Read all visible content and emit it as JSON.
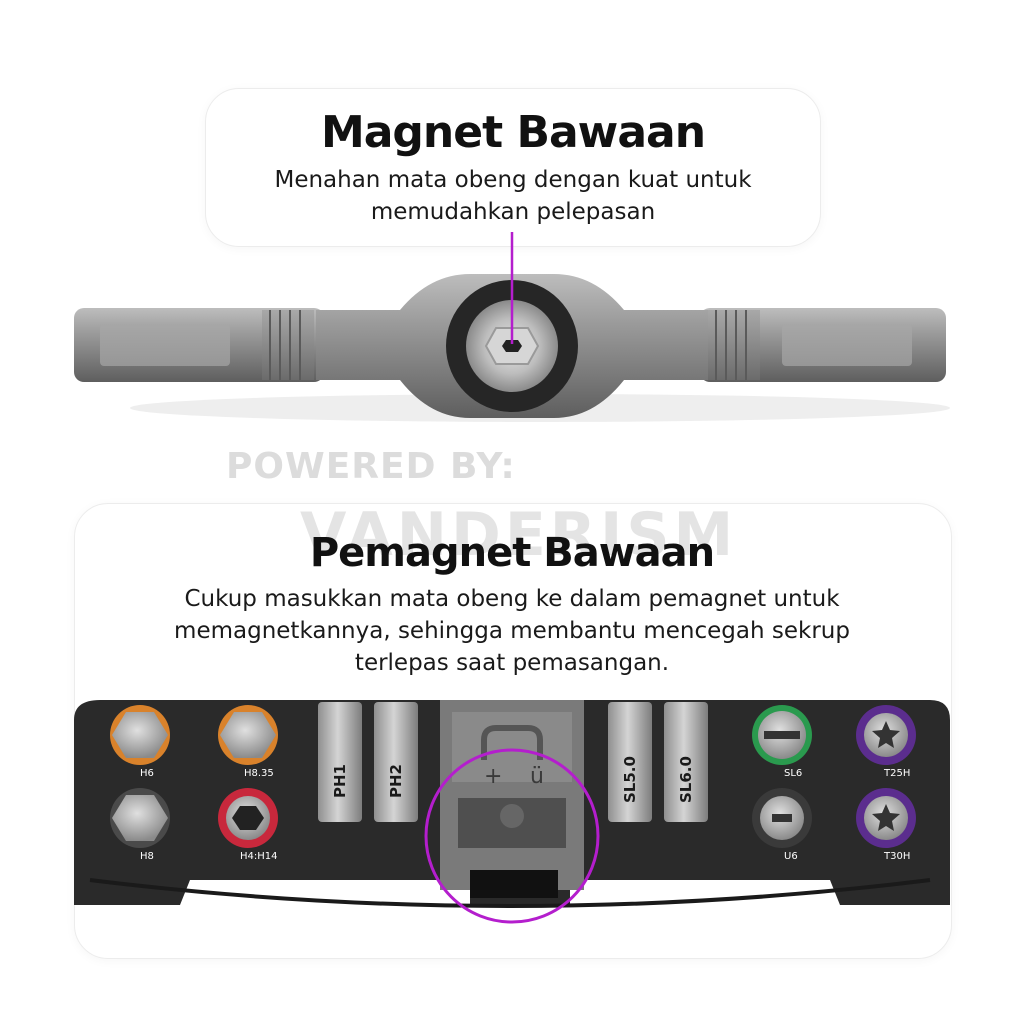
{
  "top_card": {
    "title": "Magnet Bawaan",
    "desc_line1": "Menahan mata obeng dengan kuat untuk",
    "desc_line2": "memudahkan pelepasan"
  },
  "watermark": {
    "powered_by": "POWERED BY:",
    "brand": "VANDERISM"
  },
  "bottom_card": {
    "title": "Pemagnet Bawaan",
    "desc_line1": "Cukup masukkan mata obeng ke dalam pemagnet untuk",
    "desc_line2": "memagnetkannya, sehingga membantu mencegah sekrup",
    "desc_line3": "terlepas saat pemasangan."
  },
  "bits": {
    "h6": "H6",
    "h835": "H8.35",
    "h8": "H8",
    "h4h14": "H4:H14",
    "ph1": "PH1",
    "ph2": "PH2",
    "sl50": "SL5.0",
    "sl60": "SL6.0",
    "sl6": "SL6",
    "u6": "U6",
    "t25h": "T25H",
    "t30h": "T30H",
    "plus": "+",
    "uu": "ü"
  },
  "colors": {
    "accent": "#b41ecd",
    "tray": "#2a2a2a",
    "steel": "#8c8c8c"
  }
}
